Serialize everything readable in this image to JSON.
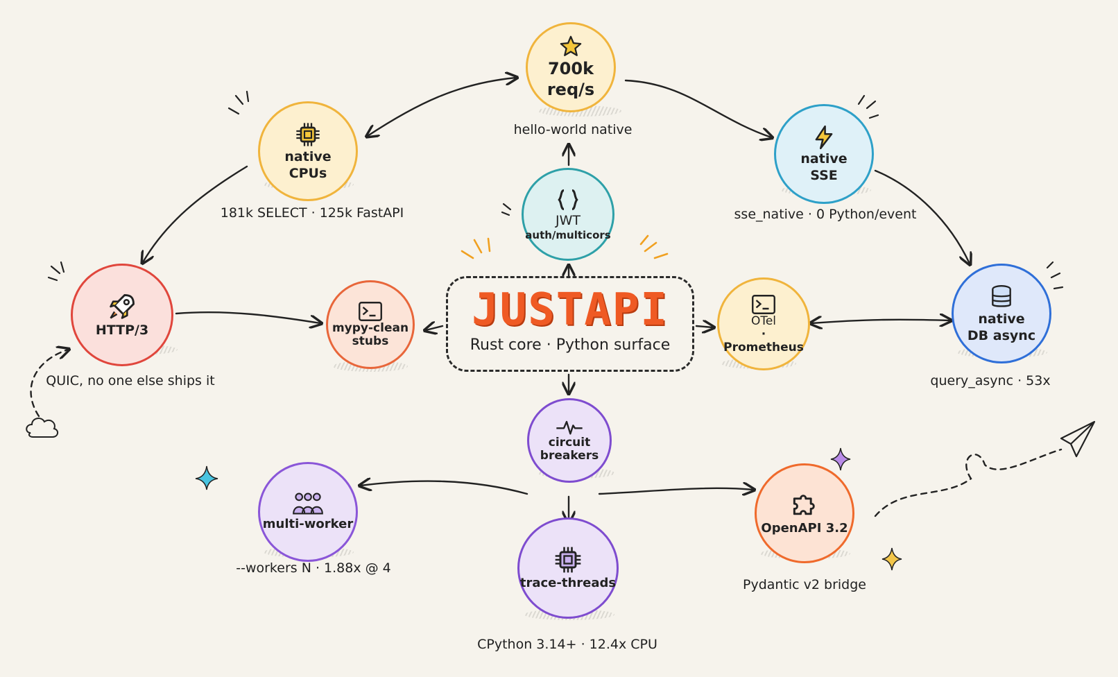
{
  "center": {
    "title": "JUSTAPI",
    "subtitle": "Rust core · Python surface"
  },
  "nodes": {
    "top": {
      "line1": "700k",
      "line2": "req/s",
      "caption": "hello-world native",
      "icon": "star-icon",
      "color": "#f0b43c"
    },
    "cpus": {
      "line1": "native",
      "line2": "CPUs",
      "caption": "181k SELECT · 125k FastAPI",
      "icon": "cpu-icon",
      "color": "#f0b43c"
    },
    "sse": {
      "line1": "native",
      "line2": "SSE",
      "caption": "sse_native · 0 Python/event",
      "icon": "lightning-icon",
      "color": "#2ea0c8"
    },
    "jwt": {
      "line1": "JWT",
      "line2": "auth/multicors",
      "icon": "braces-icon",
      "color": "#2ea0a8"
    },
    "http3": {
      "line1": "HTTP/3",
      "caption": "QUIC, no one else ships it",
      "icon": "rocket-icon",
      "color": "#e0463c"
    },
    "mypy": {
      "line1": "mypy-clean",
      "line2": "stubs",
      "icon": "terminal-icon",
      "color": "#e8663a"
    },
    "otel": {
      "line1": "OTel",
      "line2": "· Prometheus",
      "icon": "terminal-icon",
      "color": "#f0b43c"
    },
    "db": {
      "line1": "native",
      "line2": "DB async",
      "caption": "query_async · 53x",
      "icon": "database-icon",
      "color": "#2f6fd8"
    },
    "circuit": {
      "line1": "circuit",
      "line2": "breakers",
      "icon": "pulse-icon",
      "color": "#7e4ccf"
    },
    "workers": {
      "line1": "multi-worker",
      "caption": "--workers N · 1.88x @ 4",
      "icon": "users-icon",
      "color": "#8a56d8"
    },
    "trace": {
      "line1": "trace-threads",
      "caption": "CPython 3.14+ · 12.4x CPU",
      "icon": "chip-icon",
      "color": "#7e4ccf"
    },
    "openapi": {
      "line1": "OpenAPI 3.2",
      "caption": "Pydantic v2 bridge",
      "icon": "puzzle-icon",
      "color": "#ef6a2c"
    }
  }
}
